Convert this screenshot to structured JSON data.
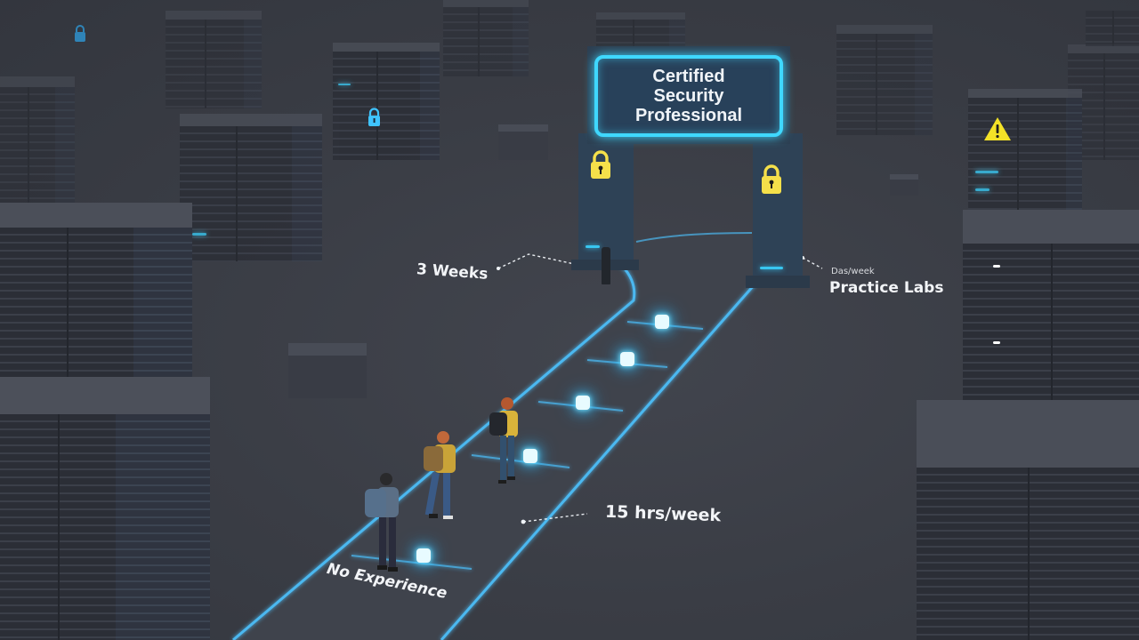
{
  "scene": {
    "description": "3D isometric illustration of a glowing learning path through a server room leading to a certification gate",
    "background_color": "#3a3d45",
    "accent_color": "#3fd8ff",
    "lock_color": "#f5e04a"
  },
  "gate": {
    "sign_line1": "Certified",
    "sign_line2": "Security",
    "sign_line3": "Professional",
    "icons": [
      "padlock-icon-left",
      "padlock-icon-right"
    ]
  },
  "labels": {
    "start": "No Experience",
    "duration": "3 Weeks",
    "effort": "15 hrs/week",
    "practice_small": "Das/week",
    "practice": "Practice Labs"
  },
  "rack_icons": {
    "blue_lock": "padlock-icon",
    "warning": "warning-icon"
  },
  "people": [
    {
      "shirt": "#5b6f86",
      "backpack": "#56708c"
    },
    {
      "shirt": "#c9a338",
      "backpack": "#8a6a3a"
    },
    {
      "shirt": "#d8b33a",
      "backpack": "#24272d"
    }
  ]
}
